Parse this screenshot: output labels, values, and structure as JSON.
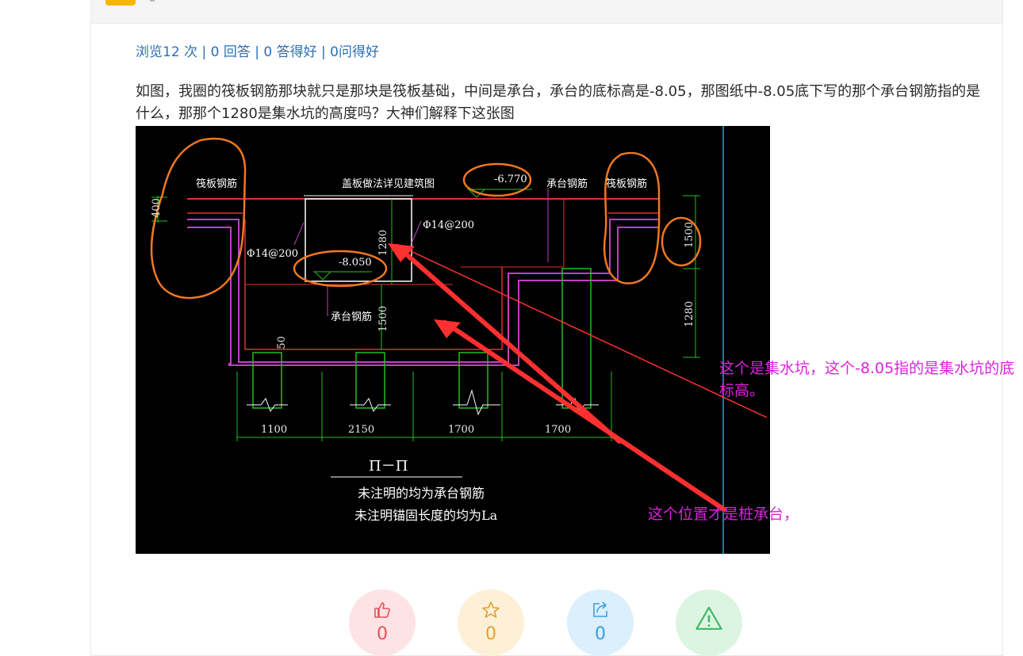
{
  "stats": {
    "views": "浏览12 次",
    "sep1": " | ",
    "answers": "0 回答",
    "sep2": " | ",
    "good_answers": "0 答得好",
    "sep3": " | ",
    "good_questions": "0问得好"
  },
  "question_text": "如图，我圈的筏板钢筋那块就只是那块是筏板基础，中间是承台，承台的底标高是-8.05，那图纸中-8.05底下写的那个承台钢筋指的是什么，那那个1280是集水坑的高度吗？大神们解释下这张图",
  "drawing": {
    "labels": {
      "raft_rebar_left": "筏板钢筋",
      "raft_rebar_right": "筏板钢筋",
      "cover_note": "盖板做法详见建筑图",
      "cap_rebar_top": "承台钢筋",
      "cap_rebar_mid": "承台钢筋",
      "elev_top": "-6.770",
      "elev_pit": "-8.050",
      "bar_left": "Φ14@200",
      "bar_right": "Φ14@200",
      "dim_400": "400",
      "dim_1280_left": "1280",
      "dim_1500_mid": "1500",
      "dim_50": "50",
      "dim_1500_right": "1500",
      "dim_1280_right": "1280",
      "dim_1100": "1100",
      "dim_2150": "2150",
      "dim_1700_a": "1700",
      "dim_1700_b": "1700",
      "section_mark": "П－П",
      "note_line1": "未注明的均为承台钢筋",
      "note_line2": "未注明锚固长度的均为La"
    }
  },
  "annotations": {
    "pit_note": "这个是集水坑，这个-8.05指的是集水坑的底标高。",
    "cap_note": "这个位置才是桩承台，"
  },
  "actions": [
    {
      "name": "like",
      "icon": "thumbs-up-icon",
      "count": "0",
      "color": "#e8505b",
      "bg": "#fde3e4"
    },
    {
      "name": "favorite",
      "icon": "star-icon",
      "count": "0",
      "color": "#e0a030",
      "bg": "#fdf0d6"
    },
    {
      "name": "share",
      "icon": "share-icon",
      "count": "0",
      "color": "#3aa0e0",
      "bg": "#dbeffc"
    },
    {
      "name": "report",
      "icon": "warning-icon",
      "count": "",
      "color": "#3cb860",
      "bg": "#dcf5e3"
    }
  ]
}
